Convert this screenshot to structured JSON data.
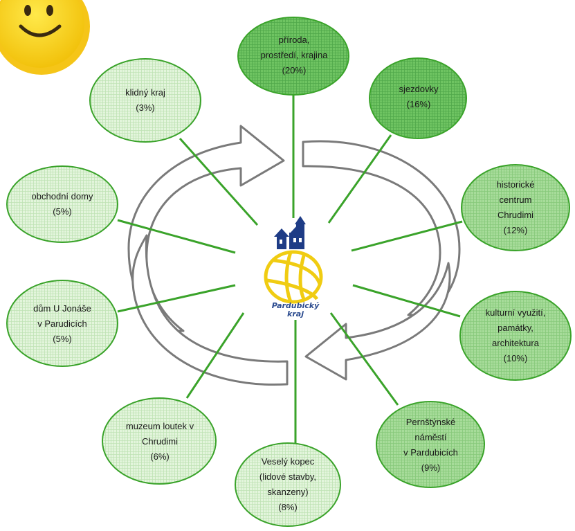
{
  "center": {
    "logo_line1": "Pardubický",
    "logo_line2": "kraj"
  },
  "nodes": [
    {
      "id": "priroda",
      "text": "příroda,\nprostředí, krajina\n(20%)",
      "percent": 20
    },
    {
      "id": "sjezdovky",
      "text": "sjezdovky\n(16%)",
      "percent": 16
    },
    {
      "id": "historicke",
      "text": "historické\ncentrum\nChrudimi\n(12%)",
      "percent": 12
    },
    {
      "id": "kulturni",
      "text": "kulturní využití,\npamátky,\narchitektura\n(10%)",
      "percent": 10
    },
    {
      "id": "pernstynske",
      "text": "Pernštýnské\nnáměstí\nv Pardubicích\n(9%)",
      "percent": 9
    },
    {
      "id": "vesely",
      "text": "Veselý kopec\n(lidové stavby,\nskanzeny)\n(8%)",
      "percent": 8
    },
    {
      "id": "muzeum",
      "text": "muzeum loutek v\nChrudimi\n(6%)",
      "percent": 6
    },
    {
      "id": "dum",
      "text": "dům U Jonáše\nv Parudicích\n(5%)",
      "percent": 5
    },
    {
      "id": "obchodni",
      "text": "obchodní domy\n(5%)",
      "percent": 5
    },
    {
      "id": "klidny",
      "text": "klidný kraj\n(3%)",
      "percent": 3
    }
  ],
  "colors": {
    "connector": "#3aa32a",
    "node_border": "#3aa32a",
    "fill_dark": "#6fc462",
    "fill_mid": "#a7dc9a",
    "fill_light": "#d4efcb",
    "cycle_arrow": "#7a7a7a",
    "smiley": "#f7d41c"
  }
}
